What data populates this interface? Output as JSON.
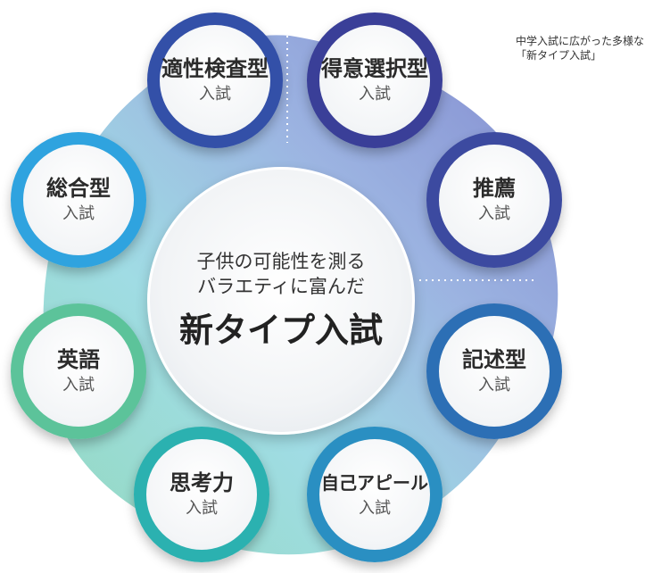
{
  "caption": "中学入試に広がった多様な\n「新タイプ入試」",
  "center": {
    "line1": "子供の可能性を測る",
    "line2": "バラエティに富んだ",
    "title": "新タイプ入試"
  },
  "nodes": [
    {
      "title": "適性検査型",
      "sub": "入試",
      "ring": "#3350a8"
    },
    {
      "title": "得意選択型",
      "sub": "入試",
      "ring": "#3a3f98"
    },
    {
      "title": "推薦",
      "sub": "入試",
      "ring": "#3c4aa0"
    },
    {
      "title": "記述型",
      "sub": "入試",
      "ring": "#2c6fb5"
    },
    {
      "title": "自己アピール",
      "sub": "入試",
      "ring": "#2a8fc2"
    },
    {
      "title": "思考力",
      "sub": "入試",
      "ring": "#2bb1b0"
    },
    {
      "title": "英語",
      "sub": "入試",
      "ring": "#5cc39a"
    },
    {
      "title": "総合型",
      "sub": "入試",
      "ring": "#2fa3df"
    }
  ]
}
